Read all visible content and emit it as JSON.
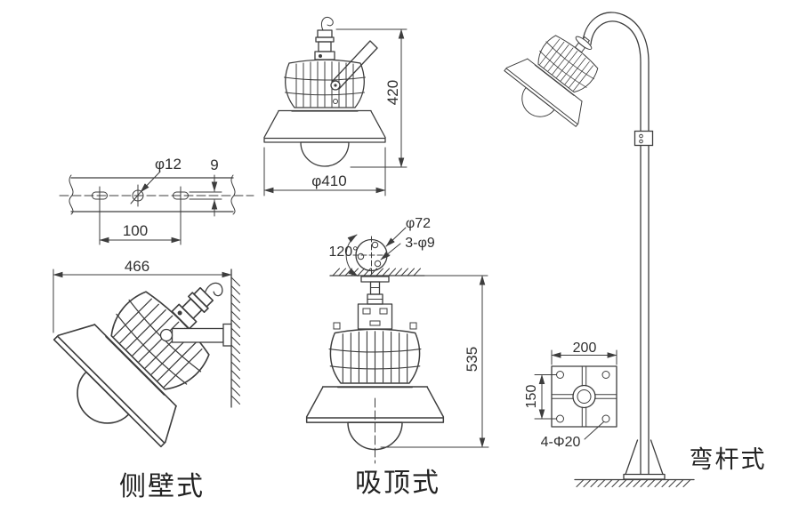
{
  "views": {
    "side_wall": {
      "label": "侧壁式"
    },
    "ceiling": {
      "label": "吸顶式"
    },
    "bent_pole": {
      "label": "弯杆式"
    }
  },
  "dims": {
    "plate_hole": "φ12",
    "plate_slot": "9",
    "plate_span": "100",
    "front_height": "420",
    "front_dia": "φ410",
    "side_width": "466",
    "flange_dia": "φ72",
    "flange_holes": "3-φ9",
    "flange_angle": "120°",
    "ceiling_height": "535",
    "base_width": "200",
    "base_span": "150",
    "base_holes": "4-Φ20"
  },
  "colors": {
    "line": "#3d3d3d",
    "text": "#2f2f2f",
    "background": "#ffffff"
  }
}
